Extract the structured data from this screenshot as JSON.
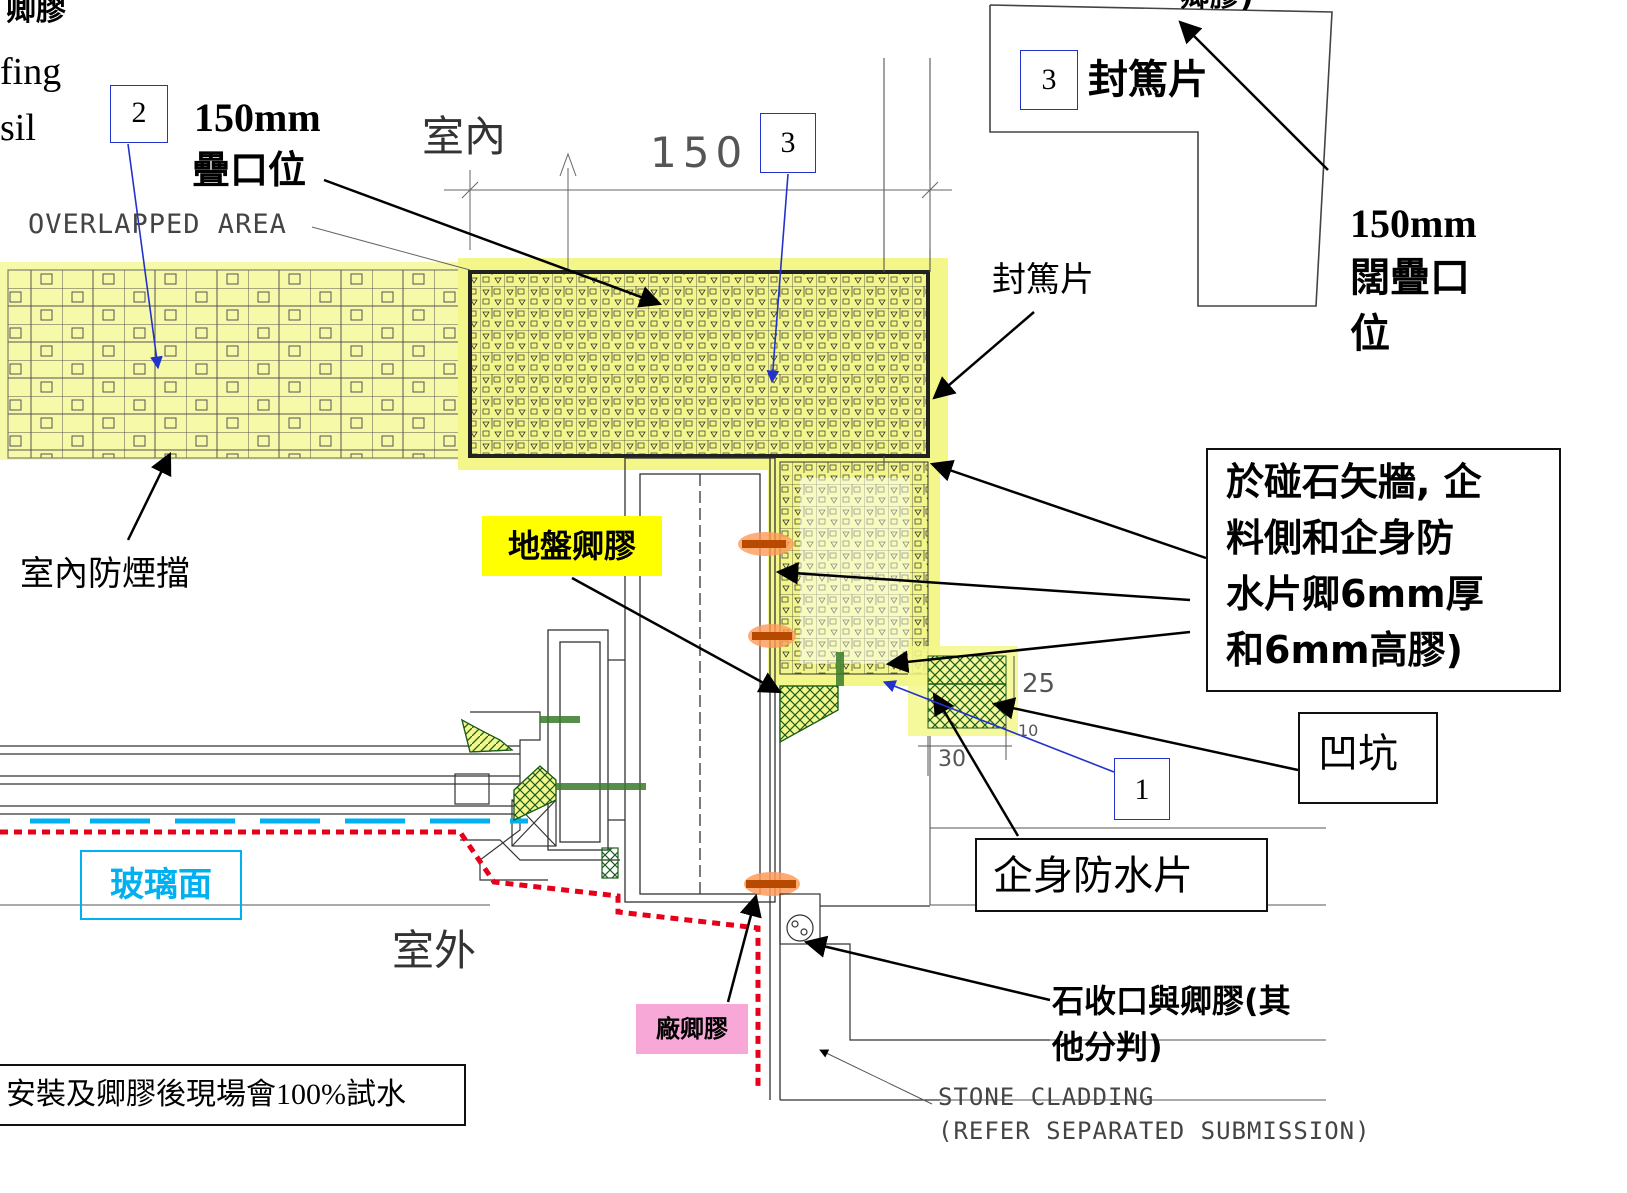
{
  "colors": {
    "highlight_yellow": "#f3f78a",
    "label_yellow": "#ffff00",
    "label_pink": "#f7a8d6",
    "glass_cyan": "#00b0f0",
    "seal_red": "#e8001a",
    "marker_blue": "#2233cc",
    "screw_orange": "#ff7a2e"
  },
  "top_left": {
    "partial_title": "卿膠",
    "partial_line1": "fing",
    "partial_line2": "sil"
  },
  "overlap_label": {
    "marker": "2",
    "line1": "150mm",
    "line2": "疊口位"
  },
  "indoor_label": "室內",
  "dimension_top": {
    "value": "150",
    "marker": "3"
  },
  "overlapped_area": "OVERLAPPED AREA",
  "inset": {
    "top_partial": "卿膠)",
    "marker": "3",
    "title": "封篤片",
    "side_line1": "150mm",
    "side_line2": "闊疊口",
    "side_line3": "位"
  },
  "end_cap_label": "封篤片",
  "smoke_barrier_label": "室內防煙擋",
  "sealant_note": {
    "line1": "於碰石矢牆, 企",
    "line2": "料側和企身防",
    "line3": "水片卿6mm厚",
    "line4": "和6mm高膠)"
  },
  "site_sealant_label": "地盤卿膠",
  "recess_label": "凹坑",
  "marker_1": "1",
  "upstand_label": "企身防水片",
  "dims": {
    "d25": "25",
    "d30": "30",
    "d10": "10"
  },
  "glass_label": "玻璃面",
  "outdoor_label": "室外",
  "factory_sealant_label": "廠卿膠",
  "stone_note": {
    "line1": "石收口與卿膠(其",
    "line2": "他分判)"
  },
  "bottom_note": "安裝及卿膠後現場會100%試水",
  "stone_cladding": {
    "line1": "STONE CLADDING",
    "line2": "(REFER SEPARATED SUBMISSION)"
  }
}
